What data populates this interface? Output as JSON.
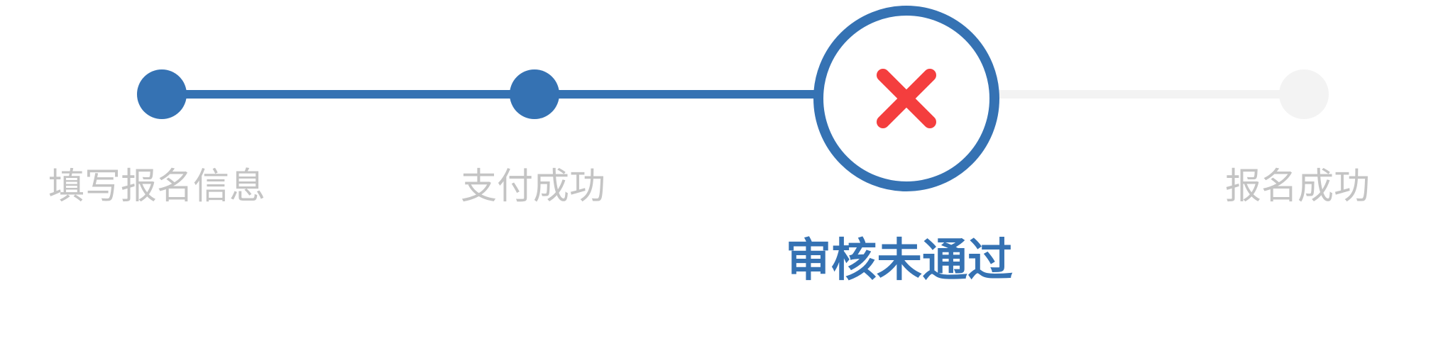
{
  "stepper": {
    "steps": [
      {
        "label": "填写报名信息",
        "status": "done"
      },
      {
        "label": "支付成功",
        "status": "done"
      },
      {
        "label": "审核未通过",
        "status": "failed"
      },
      {
        "label": "报名成功",
        "status": "pending"
      }
    ],
    "colors": {
      "done": "#3572b3",
      "pending": "#f3f3f3",
      "failed_icon": "#f43e3e",
      "label_inactive": "#c4c4c4",
      "label_active": "#3572b3"
    },
    "failed_icon": "close-icon"
  }
}
